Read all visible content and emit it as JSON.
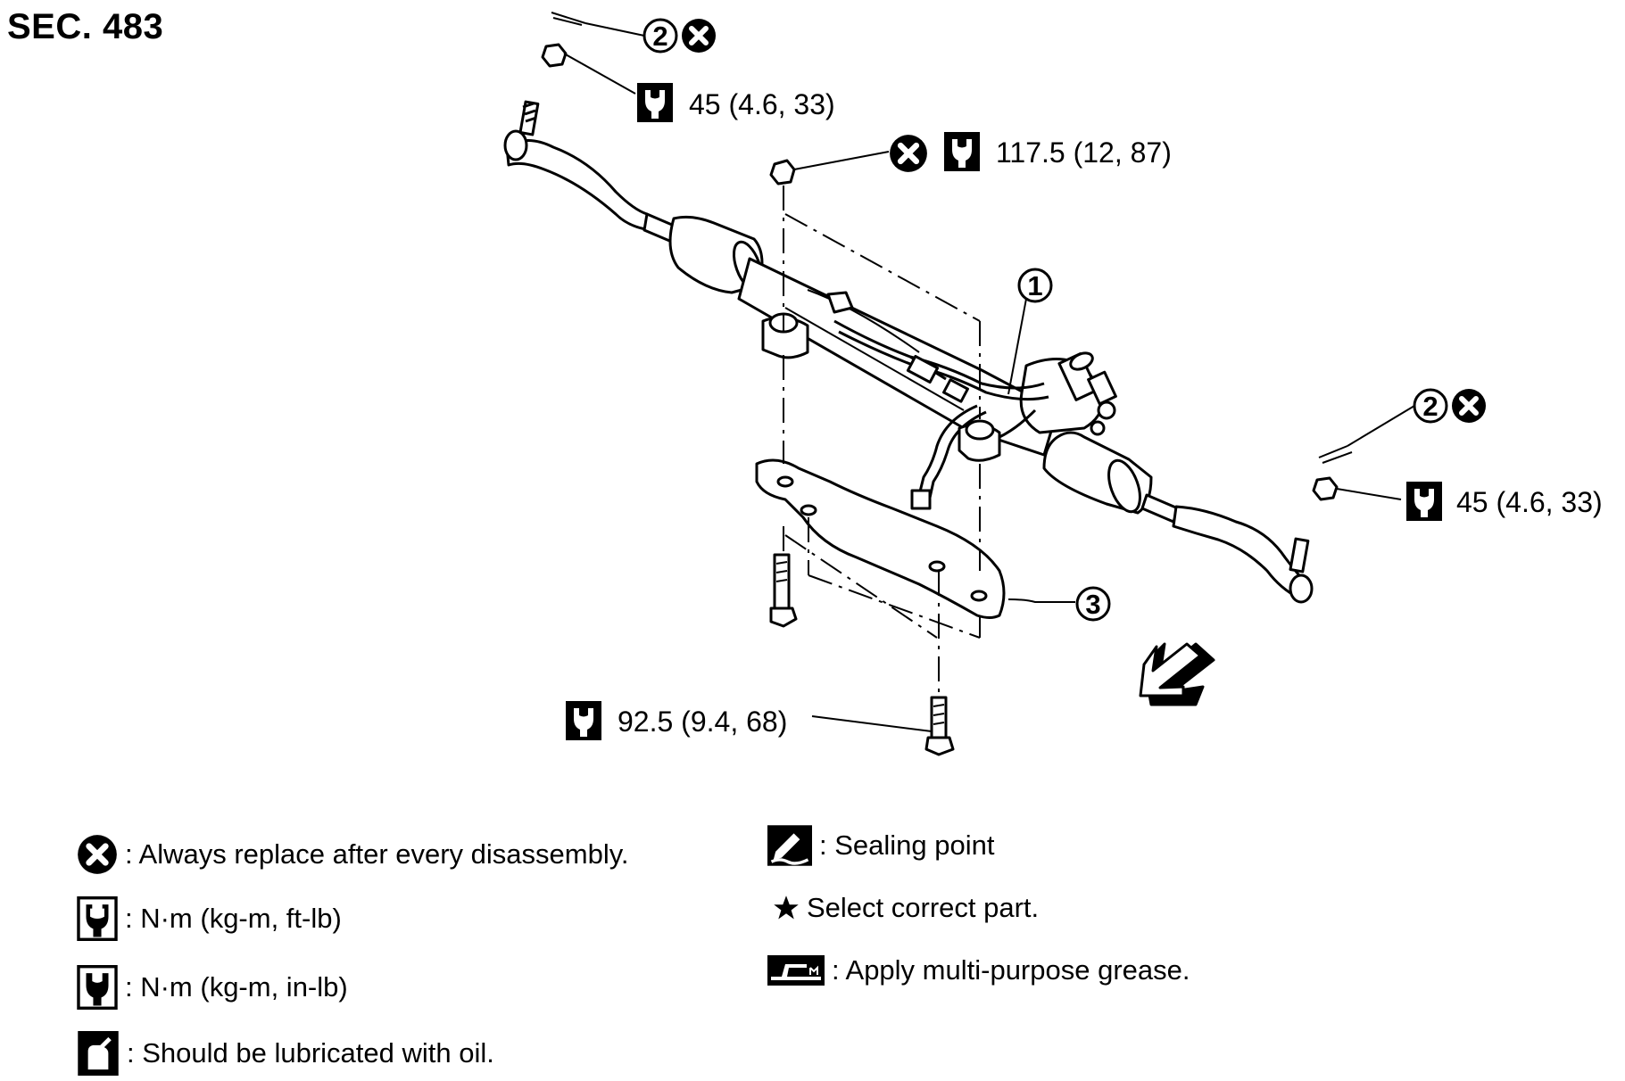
{
  "section": "SEC. 483",
  "components": {
    "c1": "1",
    "c2": "2",
    "c3": "3"
  },
  "torques": {
    "tie_rod_nut_left": "45 (4.6, 33)",
    "mounting_nut_top": "117.5 (12, 87)",
    "tie_rod_nut_right": "45 (4.6, 33)",
    "mounting_bolt_bottom": "92.5 (9.4, 68)"
  },
  "legend": [
    {
      "icon": "replace-icon",
      "text": ": Always replace after every disassembly."
    },
    {
      "icon": "torque-ftlb-icon",
      "text": ": N·m (kg-m, ft-lb)"
    },
    {
      "icon": "torque-inlb-icon",
      "text": ": N·m (kg-m, in-lb)"
    },
    {
      "icon": "oil-can-icon",
      "text": ": Should be lubricated with oil."
    },
    {
      "icon": "sealing-point-icon",
      "text": ": Sealing point"
    },
    {
      "icon": "star-icon",
      "text": "Select correct part."
    },
    {
      "icon": "grease-icon",
      "text": ": Apply multi-purpose grease."
    }
  ],
  "colors": {
    "ink": "#000000",
    "paper": "#ffffff"
  }
}
